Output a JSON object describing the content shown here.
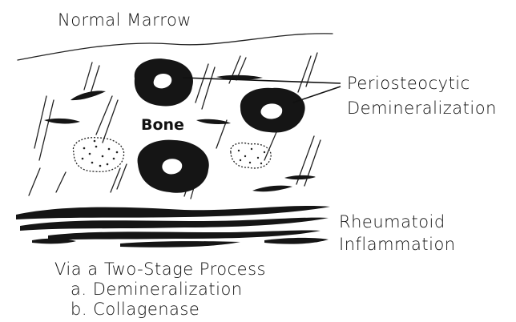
{
  "labels": {
    "normal_marrow": "Normal Marrow",
    "bone": "Bone",
    "periosteocytic_line1": "Periosteocytic",
    "periosteocytic_line2": "Demineralization",
    "rheumatoid_line1": "Rheumatoid",
    "rheumatoid_line2": "Inflammation",
    "process_title": "Via a Two-Stage Process",
    "step_a": "a. Demineralization",
    "step_b": "b. Collagenase"
  },
  "colors": {
    "ink": "#151515",
    "background": "#ffffff"
  }
}
